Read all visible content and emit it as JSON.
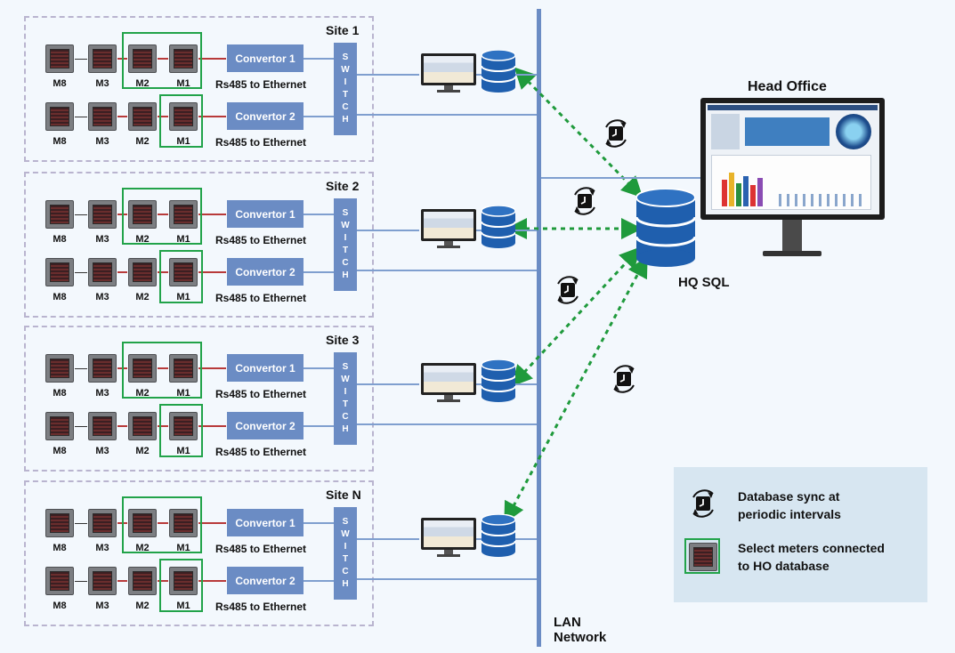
{
  "sites": [
    {
      "title": "Site 1",
      "rows": [
        {
          "meters": [
            "M8",
            "M3",
            "M2",
            "M1"
          ],
          "selected": [
            "M2",
            "M1"
          ],
          "convertor": "Convertor 1",
          "link_label": "Rs485 to Ethernet"
        },
        {
          "meters": [
            "M8",
            "M3",
            "M2",
            "M1"
          ],
          "selected": [
            "M1"
          ],
          "convertor": "Convertor 2",
          "link_label": "Rs485 to Ethernet"
        }
      ],
      "switch_letters": [
        "S",
        "W",
        "I",
        "T",
        "C",
        "H"
      ]
    },
    {
      "title": "Site 2",
      "rows": [
        {
          "meters": [
            "M8",
            "M3",
            "M2",
            "M1"
          ],
          "selected": [
            "M2",
            "M1"
          ],
          "convertor": "Convertor 1",
          "link_label": "Rs485 to Ethernet"
        },
        {
          "meters": [
            "M8",
            "M3",
            "M2",
            "M1"
          ],
          "selected": [
            "M1"
          ],
          "convertor": "Convertor 2",
          "link_label": "Rs485 to Ethernet"
        }
      ],
      "switch_letters": [
        "S",
        "W",
        "I",
        "T",
        "C",
        "H"
      ]
    },
    {
      "title": "Site 3",
      "rows": [
        {
          "meters": [
            "M8",
            "M3",
            "M2",
            "M1"
          ],
          "selected": [
            "M2",
            "M1"
          ],
          "convertor": "Convertor 1",
          "link_label": "Rs485 to Ethernet"
        },
        {
          "meters": [
            "M8",
            "M3",
            "M2",
            "M1"
          ],
          "selected": [
            "M1"
          ],
          "convertor": "Convertor 2",
          "link_label": "Rs485 to Ethernet"
        }
      ],
      "switch_letters": [
        "S",
        "W",
        "I",
        "T",
        "C",
        "H"
      ]
    },
    {
      "title": "Site N",
      "rows": [
        {
          "meters": [
            "M8",
            "M3",
            "M2",
            "M1"
          ],
          "selected": [
            "M2",
            "M1"
          ],
          "convertor": "Convertor 1",
          "link_label": "Rs485 to Ethernet"
        },
        {
          "meters": [
            "M8",
            "M3",
            "M2",
            "M1"
          ],
          "selected": [
            "M1"
          ],
          "convertor": "Convertor 2",
          "link_label": "Rs485 to Ethernet"
        }
      ],
      "switch_letters": [
        "S",
        "W",
        "I",
        "T",
        "C",
        "H"
      ]
    }
  ],
  "network": {
    "label_line1": "LAN",
    "label_line2": "Network"
  },
  "head_office": {
    "title": "Head Office",
    "db_label": "HQ SQL"
  },
  "legend": {
    "sync_line1": "Database sync at",
    "sync_line2": "periodic intervals",
    "meter_line1": "Select meters connected",
    "meter_line2": "to HO database"
  },
  "colors": {
    "accent_blue": "#6b8cc4",
    "db_blue": "#1f5fae",
    "select_green": "#22a34a",
    "sync_green": "#1f9a3c",
    "legend_bg": "#d7e6f1"
  },
  "icons": [
    "meter-icon",
    "monitor-icon",
    "database-icon",
    "sync-clock-icon"
  ]
}
